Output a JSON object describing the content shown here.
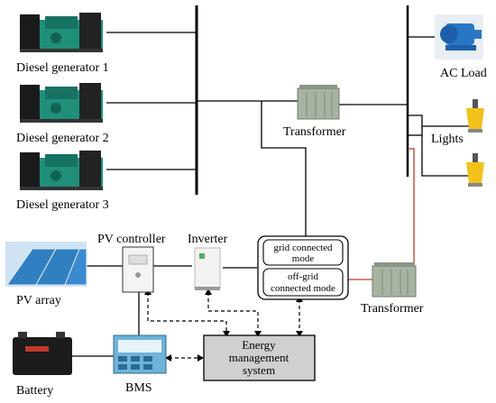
{
  "components": {
    "diesel_generator_1": "Diesel generator 1",
    "diesel_generator_2": "Diesel generator 2",
    "diesel_generator_3": "Diesel generator 3",
    "transformer_top": "Transformer",
    "transformer_bottom": "Transformer",
    "ac_load": "AC Load",
    "lights": "Lights",
    "pv_controller": "PV controller",
    "inverter": "Inverter",
    "pv_array": "PV array",
    "battery": "Battery",
    "bms": "BMS",
    "grid_connected_line1": "grid connected",
    "grid_connected_line2": "mode",
    "off_grid_line1": "off-grid",
    "off_grid_line2": "connected mode",
    "ems_line1": "Energy",
    "ems_line2": "management",
    "ems_line3": "system"
  },
  "colors": {
    "line": "#000000",
    "offgrid_line": "#c0392b",
    "generator_body": "#1f8f7a",
    "generator_dark": "#1a1a1a",
    "transformer_body": "#a9b3a3",
    "ems_fill": "#d0d0d0",
    "pv_blue": "#2f7fc1",
    "motor_blue": "#2a76c6",
    "lamp_yellow": "#f2c21b"
  }
}
